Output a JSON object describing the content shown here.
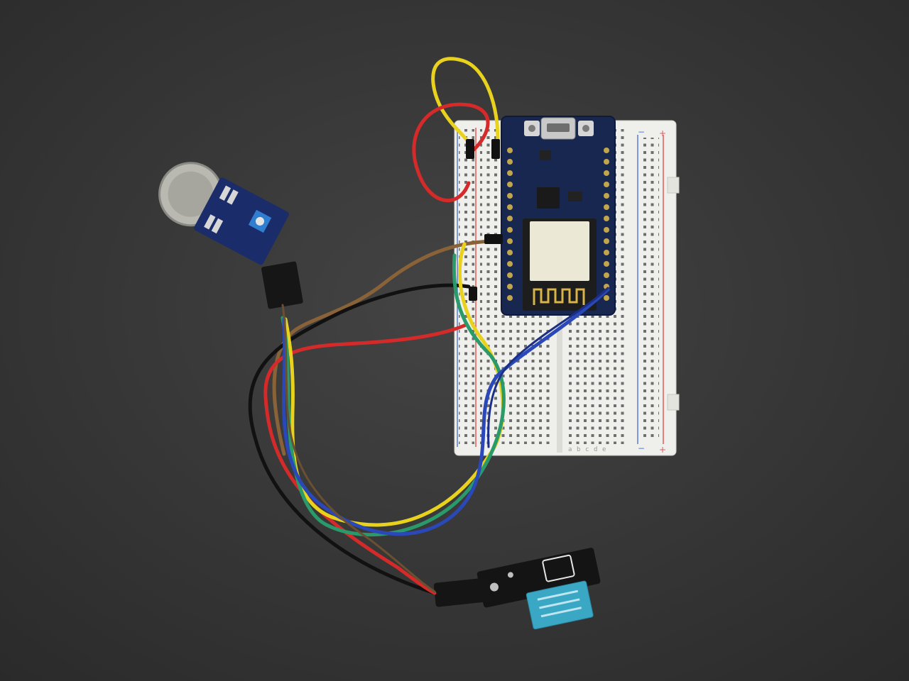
{
  "scene": {
    "description_free": true,
    "colors": {
      "table": "#3c3c3c",
      "breadboard": "#eeeeea",
      "rail_red": "#e05a5a",
      "rail_blue": "#5a7ad8",
      "pcb_blue": "#16244e",
      "module_black": "#151515",
      "sensor_blue": "#3aa8c4",
      "wire_yellow": "#e8d21e",
      "wire_red": "#d42a2a",
      "wire_brown": "#8a6238",
      "wire_black": "#111111",
      "wire_green": "#2a9a6a",
      "wire_blue": "#2a48b8",
      "wire_navy": "#1c2f86"
    },
    "breadboard": {
      "rail_symbols": {
        "minus": "−",
        "plus": "+"
      },
      "column_letters": [
        "a",
        "b",
        "c",
        "d",
        "e"
      ]
    },
    "components": {
      "microcontroller": "nodemcu-board",
      "gas_sensor": "gas-sensor-module",
      "humidity_sensor": "dht11-module"
    }
  }
}
